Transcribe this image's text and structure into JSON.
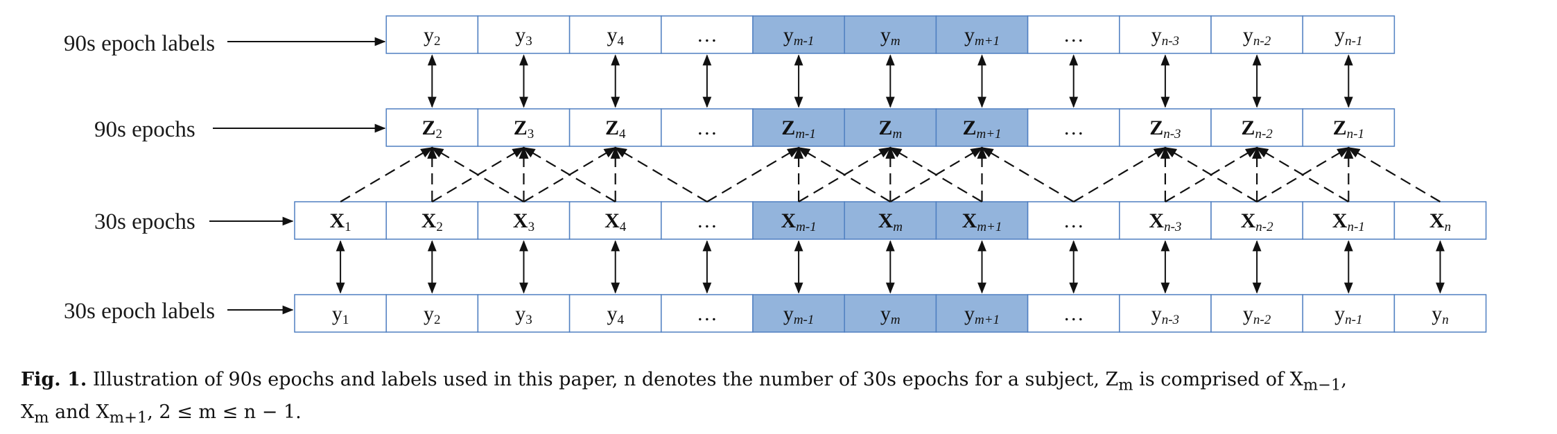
{
  "row_labels": {
    "epoch_labels_90": "90s epoch labels",
    "epochs_90": "90s epochs",
    "epochs_30": "30s epochs",
    "epoch_labels_30": "30s epoch labels"
  },
  "rows": {
    "labels_90": [
      {
        "base": "y",
        "sub": "2",
        "bold": false,
        "highlight": false
      },
      {
        "base": "y",
        "sub": "3",
        "bold": false,
        "highlight": false
      },
      {
        "base": "y",
        "sub": "4",
        "bold": false,
        "highlight": false
      },
      {
        "base": "…",
        "sub": "",
        "bold": false,
        "highlight": false
      },
      {
        "base": "y",
        "sub": "m-1",
        "bold": false,
        "highlight": true
      },
      {
        "base": "y",
        "sub": "m",
        "bold": false,
        "highlight": true
      },
      {
        "base": "y",
        "sub": "m+1",
        "bold": false,
        "highlight": true
      },
      {
        "base": "…",
        "sub": "",
        "bold": false,
        "highlight": false
      },
      {
        "base": "y",
        "sub": "n-3",
        "bold": false,
        "highlight": false
      },
      {
        "base": "y",
        "sub": "n-2",
        "bold": false,
        "highlight": false
      },
      {
        "base": "y",
        "sub": "n-1",
        "bold": false,
        "highlight": false
      }
    ],
    "epochs_90": [
      {
        "base": "Z",
        "sub": "2",
        "bold": true,
        "highlight": false
      },
      {
        "base": "Z",
        "sub": "3",
        "bold": true,
        "highlight": false
      },
      {
        "base": "Z",
        "sub": "4",
        "bold": true,
        "highlight": false
      },
      {
        "base": "…",
        "sub": "",
        "bold": false,
        "highlight": false
      },
      {
        "base": "Z",
        "sub": "m-1",
        "bold": true,
        "highlight": true
      },
      {
        "base": "Z",
        "sub": "m",
        "bold": true,
        "highlight": true
      },
      {
        "base": "Z",
        "sub": "m+1",
        "bold": true,
        "highlight": true
      },
      {
        "base": "…",
        "sub": "",
        "bold": false,
        "highlight": false
      },
      {
        "base": "Z",
        "sub": "n-3",
        "bold": true,
        "highlight": false
      },
      {
        "base": "Z",
        "sub": "n-2",
        "bold": true,
        "highlight": false
      },
      {
        "base": "Z",
        "sub": "n-1",
        "bold": true,
        "highlight": false
      }
    ],
    "epochs_30": [
      {
        "base": "X",
        "sub": "1",
        "bold": true,
        "highlight": false
      },
      {
        "base": "X",
        "sub": "2",
        "bold": true,
        "highlight": false
      },
      {
        "base": "X",
        "sub": "3",
        "bold": true,
        "highlight": false
      },
      {
        "base": "X",
        "sub": "4",
        "bold": true,
        "highlight": false
      },
      {
        "base": "…",
        "sub": "",
        "bold": false,
        "highlight": false
      },
      {
        "base": "X",
        "sub": "m-1",
        "bold": true,
        "highlight": true
      },
      {
        "base": "X",
        "sub": "m",
        "bold": true,
        "highlight": true
      },
      {
        "base": "X",
        "sub": "m+1",
        "bold": true,
        "highlight": true
      },
      {
        "base": "…",
        "sub": "",
        "bold": false,
        "highlight": false
      },
      {
        "base": "X",
        "sub": "n-3",
        "bold": true,
        "highlight": false
      },
      {
        "base": "X",
        "sub": "n-2",
        "bold": true,
        "highlight": false
      },
      {
        "base": "X",
        "sub": "n-1",
        "bold": true,
        "highlight": false
      },
      {
        "base": "X",
        "sub": "n",
        "bold": true,
        "highlight": false
      }
    ],
    "labels_30": [
      {
        "base": "y",
        "sub": "1",
        "bold": false,
        "highlight": false
      },
      {
        "base": "y",
        "sub": "2",
        "bold": false,
        "highlight": false
      },
      {
        "base": "y",
        "sub": "3",
        "bold": false,
        "highlight": false
      },
      {
        "base": "y",
        "sub": "4",
        "bold": false,
        "highlight": false
      },
      {
        "base": "…",
        "sub": "",
        "bold": false,
        "highlight": false
      },
      {
        "base": "y",
        "sub": "m-1",
        "bold": false,
        "highlight": true
      },
      {
        "base": "y",
        "sub": "m",
        "bold": false,
        "highlight": true
      },
      {
        "base": "y",
        "sub": "m+1",
        "bold": false,
        "highlight": true
      },
      {
        "base": "…",
        "sub": "",
        "bold": false,
        "highlight": false
      },
      {
        "base": "y",
        "sub": "n-3",
        "bold": false,
        "highlight": false
      },
      {
        "base": "y",
        "sub": "n-2",
        "bold": false,
        "highlight": false
      },
      {
        "base": "y",
        "sub": "n-1",
        "bold": false,
        "highlight": false
      },
      {
        "base": "y",
        "sub": "n",
        "bold": false,
        "highlight": false
      }
    ]
  },
  "colors": {
    "highlight_fill": "#93b4dc",
    "cell_border": "#4f7fc1"
  },
  "caption": {
    "fig_label": "Fig. 1.",
    "text_line1": "Illustration of 90s epochs and labels used in this paper, n denotes the number of 30s epochs for a subject, Z",
    "zm_sub": "m",
    "text_line1_end": " is comprised of X",
    "xm1_sub": "m−1",
    "comma1": ",",
    "x_line2": "X",
    "xm_sub": "m",
    "and_text": " and X",
    "xm1p_sub": "m+1",
    "tail": ", 2 ≤ m ≤ n − 1."
  }
}
